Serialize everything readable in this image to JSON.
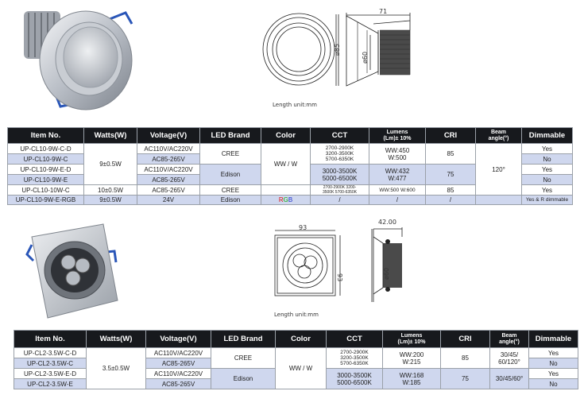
{
  "drawing1": {
    "width_dim": "71",
    "dia_outer": "ø85",
    "dia_cut": "ø60",
    "caption": "Length unit:mm"
  },
  "drawing2": {
    "width_dim": "93",
    "height_dim": "93",
    "depth_dim": "42.00",
    "dia_cut": "ø60",
    "caption": "Length unit:mm"
  },
  "table1": {
    "headers": {
      "item": "Item No.",
      "watts": "Watts(W)",
      "voltage": "Voltage(V)",
      "led": "LED Brand",
      "color": "Color",
      "cct": "CCT",
      "lumens": "Lumens",
      "lumens_sub": "(Lm)± 10%",
      "cri": "CRI",
      "beam": "Beam",
      "beam_sub": "angle(°)",
      "dimmable": "Dimmable"
    },
    "items": [
      "UP-CL10-9W-C-D",
      "UP-CL10-9W-C",
      "UP-CL10-9W-E-D",
      "UP-CL10-9W-E",
      "UP-CL10-10W-C",
      "UP-CL10-9W-E-RGB"
    ],
    "watts": [
      "9±0.5W",
      "10±0.5W",
      "9±0.5W"
    ],
    "voltages": [
      "AC110V/AC220V",
      "AC85-265V",
      "AC110V/AC220V",
      "AC85-265V",
      "AC85-265V",
      "24V"
    ],
    "led": [
      "CREE",
      "Edison",
      "CREE",
      "Edison"
    ],
    "color": "WW / W",
    "rgb": {
      "r": "R",
      "g": "G",
      "b": "B"
    },
    "cct": {
      "cree": [
        "2700-2900K",
        "3200-3500K",
        "5700-6350K"
      ],
      "edison": [
        "3000-3500K",
        "5000-6500K"
      ],
      "tenw": [
        "2700-2900K 3200-",
        "3500K 5700-6350K"
      ],
      "rgb": "/"
    },
    "lumens": {
      "cree": [
        "WW:450",
        "W:500"
      ],
      "edison": [
        "WW:432",
        "W:477"
      ],
      "tenw": "WW:500 W:600",
      "rgb": "/"
    },
    "cri": [
      "85",
      "75",
      "85",
      "/"
    ],
    "beam": "120°",
    "dimmable": [
      "Yes",
      "No",
      "Yes",
      "No",
      "Yes",
      "Yes & R dimmable"
    ]
  },
  "table2": {
    "headers": {
      "item": "Item No.",
      "watts": "Watts(W)",
      "voltage": "Voltage(V)",
      "led": "LED Brand",
      "color": "Color",
      "cct": "CCT",
      "lumens": "Lumens",
      "lumens_sub": "(Lm)± 10%",
      "cri": "CRI",
      "beam": "Beam",
      "beam_sub": "angle(°)",
      "dimmable": "Dimmable"
    },
    "items": [
      "UP-CL2-3.5W-C-D",
      "UP-CL2-3.5W-C",
      "UP-CL2-3.5W-E-D",
      "UP-CL2-3.5W-E"
    ],
    "watts": "3.5±0.5W",
    "voltages": [
      "AC110V/AC220V",
      "AC85-265V",
      "AC110V/AC220V",
      "AC85-265V"
    ],
    "led": [
      "CREE",
      "Edison"
    ],
    "color": "WW / W",
    "cct": {
      "cree": [
        "2700-2900K",
        "3200-3500K",
        "5700-6350K"
      ],
      "edison": [
        "3000-3500K",
        "5000-6500K"
      ]
    },
    "lumens": {
      "cree": [
        "WW:200",
        "W:215"
      ],
      "edison": [
        "WW:168",
        "W:185"
      ]
    },
    "cri": [
      "85",
      "75"
    ],
    "beam": {
      "cree": [
        "30/45/",
        "60/120°"
      ],
      "edison": "30/45/60°"
    },
    "dimmable": [
      "Yes",
      "No",
      "Yes",
      "No"
    ]
  }
}
